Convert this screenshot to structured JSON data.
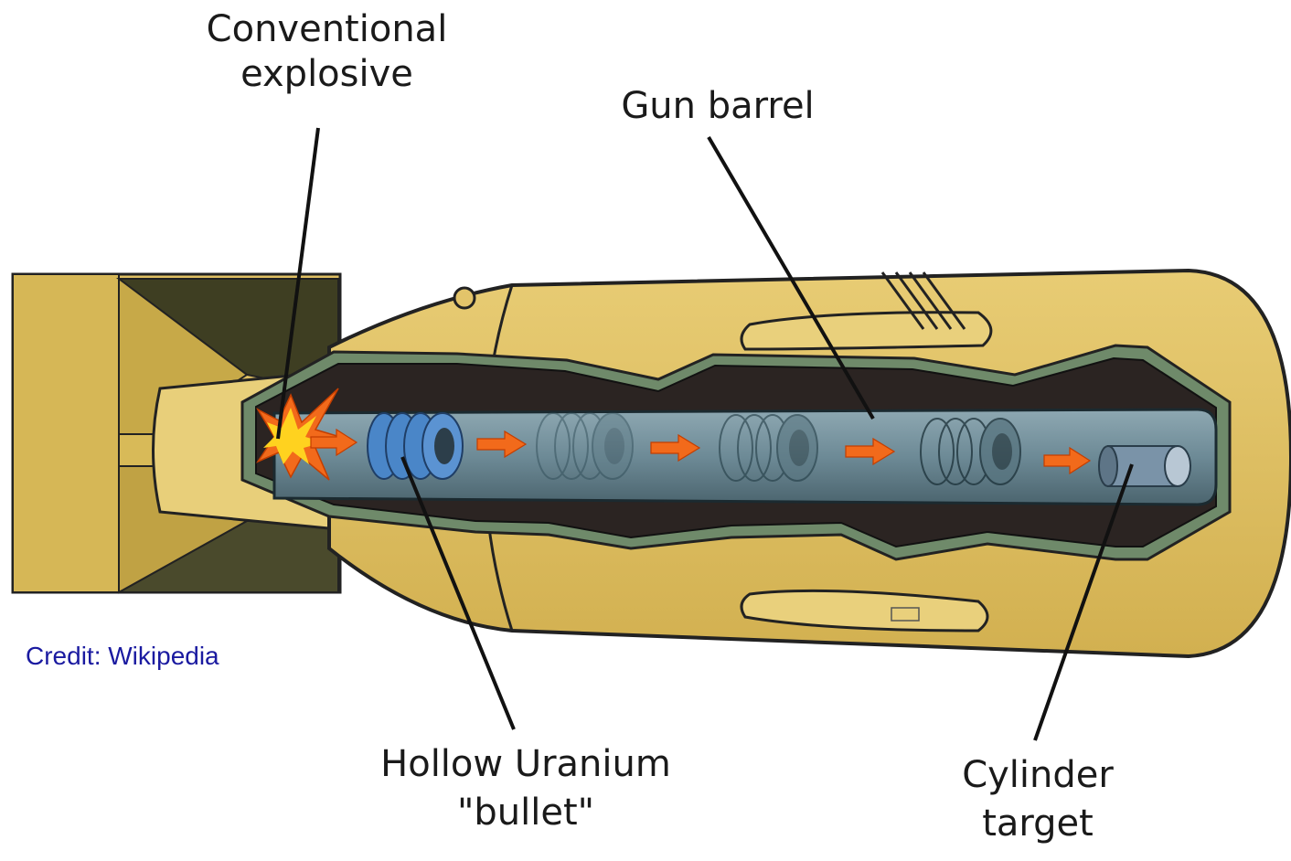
{
  "labels": {
    "conventional_explosive": {
      "line1": "Conventional",
      "line2": "explosive"
    },
    "gun_barrel": "Gun barrel",
    "hollow_uranium": {
      "line1": "Hollow Uranium",
      "line2": "\"bullet\""
    },
    "cylinder_target": {
      "line1": "Cylinder",
      "line2": "target"
    }
  },
  "credit": "Credit: Wikipedia",
  "colors": {
    "casing": "#e3c46a",
    "casing_dark": "#b39536",
    "interior": "#2b2422",
    "liner": "#6f8a6a",
    "barrel": "#6d8a96",
    "bullet": "#4a86c8",
    "arrow": "#f26a1b",
    "blast": "#ffd21f",
    "credit_text": "#1a1aa0"
  }
}
